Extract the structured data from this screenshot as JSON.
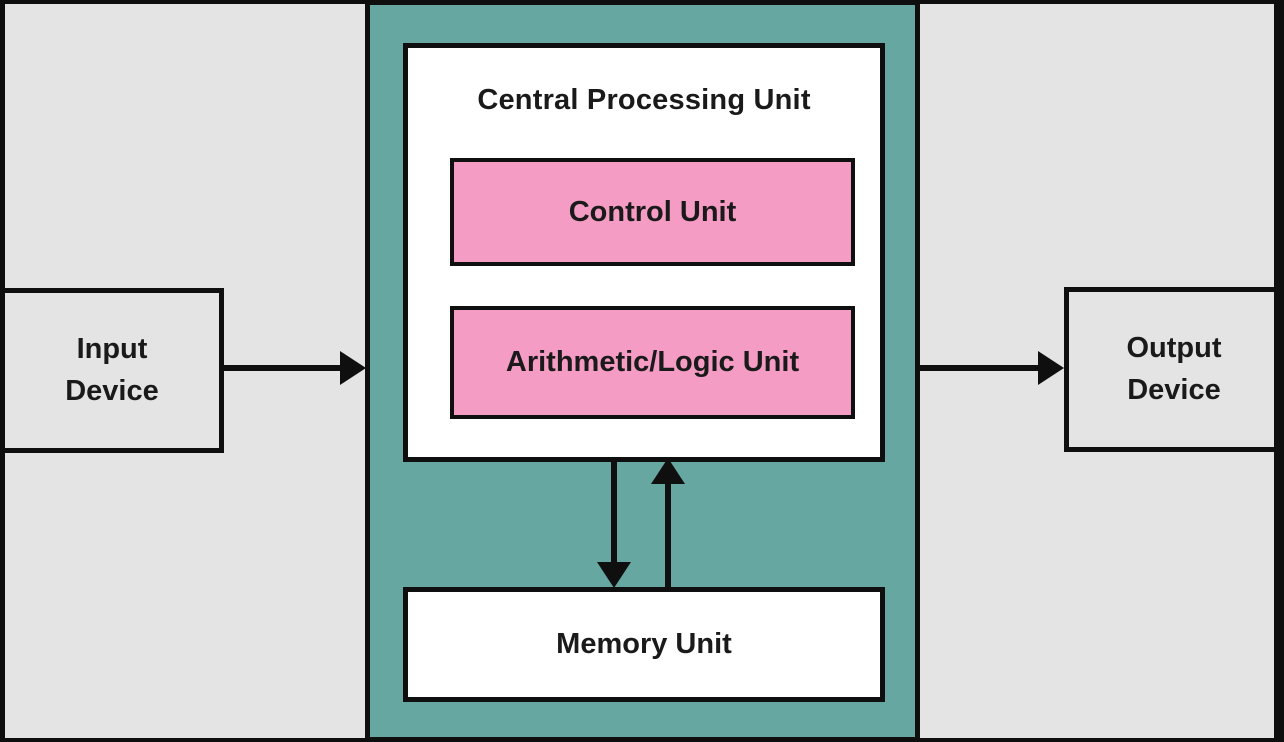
{
  "diagram_title": "Central Processing Unit",
  "nodes": {
    "cpu": {
      "title": "Central Processing Unit"
    },
    "control_unit": {
      "label": "Control Unit"
    },
    "alu": {
      "label": "Arithmetic/Logic Unit"
    },
    "memory_unit": {
      "label": "Memory Unit"
    },
    "input_device": {
      "label": "Input Device",
      "line1": "Input",
      "line2": "Device"
    },
    "output_device": {
      "label": "Output Device",
      "line1": "Output",
      "line2": "Device"
    }
  },
  "arrows": [
    {
      "name": "input-to-cpu",
      "from": "input_device",
      "to": "cpu_container",
      "direction": "right"
    },
    {
      "name": "cpu-to-output",
      "from": "cpu_container",
      "to": "output_device",
      "direction": "right"
    },
    {
      "name": "cpu-to-memory",
      "from": "cpu",
      "to": "memory_unit",
      "direction": "down"
    },
    {
      "name": "memory-to-cpu",
      "from": "memory_unit",
      "to": "cpu",
      "direction": "up"
    }
  ],
  "colors": {
    "background": "#e4e4e4",
    "frame": "#0e0e0e",
    "cpu_container_fill": "#67a7a1",
    "inner_unit_fill": "#f59cc4",
    "box_fill_white": "#ffffff",
    "line": "#0f0f0f",
    "text": "#1a1a1a"
  }
}
